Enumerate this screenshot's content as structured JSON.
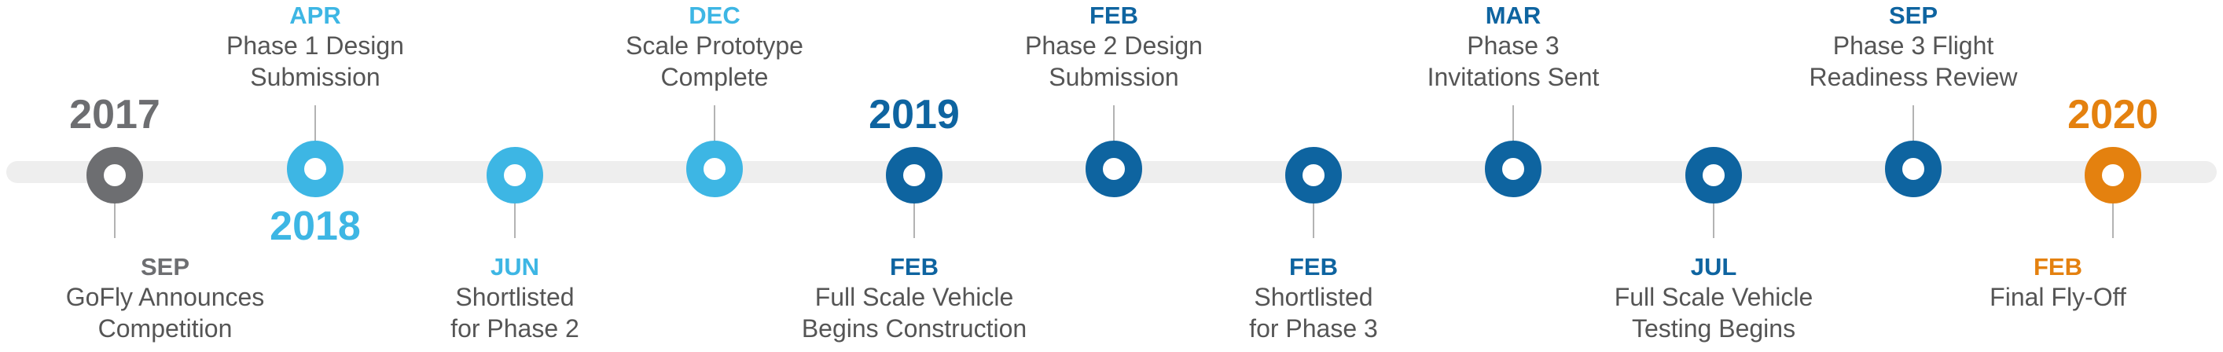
{
  "colors": {
    "gray": "#6d6e71",
    "light_blue": "#3db6e4",
    "dark_blue": "#0e64a0",
    "orange": "#e4810f",
    "description_text": "#555555"
  },
  "years": [
    {
      "text": "2017",
      "color": "gray"
    },
    {
      "text": "2018",
      "color": "light_blue"
    },
    {
      "text": "2019",
      "color": "dark_blue"
    },
    {
      "text": "2020",
      "color": "orange"
    }
  ],
  "events": [
    {
      "month": "SEP",
      "text": "GoFly Announces\nCompetition",
      "color": "gray"
    },
    {
      "month": "APR",
      "text": "Phase 1 Design\nSubmission",
      "color": "light_blue"
    },
    {
      "month": "JUN",
      "text": "Shortlisted\nfor Phase 2",
      "color": "light_blue"
    },
    {
      "month": "DEC",
      "text": "Scale Prototype\nComplete",
      "color": "light_blue"
    },
    {
      "month": "FEB",
      "text": "Full Scale Vehicle\nBegins Construction",
      "color": "dark_blue"
    },
    {
      "month": "FEB",
      "text": "Phase 2 Design\nSubmission",
      "color": "dark_blue"
    },
    {
      "month": "FEB",
      "text": "Shortlisted\nfor Phase 3",
      "color": "dark_blue"
    },
    {
      "month": "MAR",
      "text": "Phase 3\nInvitations Sent",
      "color": "dark_blue"
    },
    {
      "month": "JUL",
      "text": "Full Scale Vehicle\nTesting Begins",
      "color": "dark_blue"
    },
    {
      "month": "SEP",
      "text": "Phase 3 Flight\nReadiness Review",
      "color": "dark_blue"
    },
    {
      "month": "FEB",
      "text": "Final Fly-Off",
      "color": "orange"
    }
  ]
}
